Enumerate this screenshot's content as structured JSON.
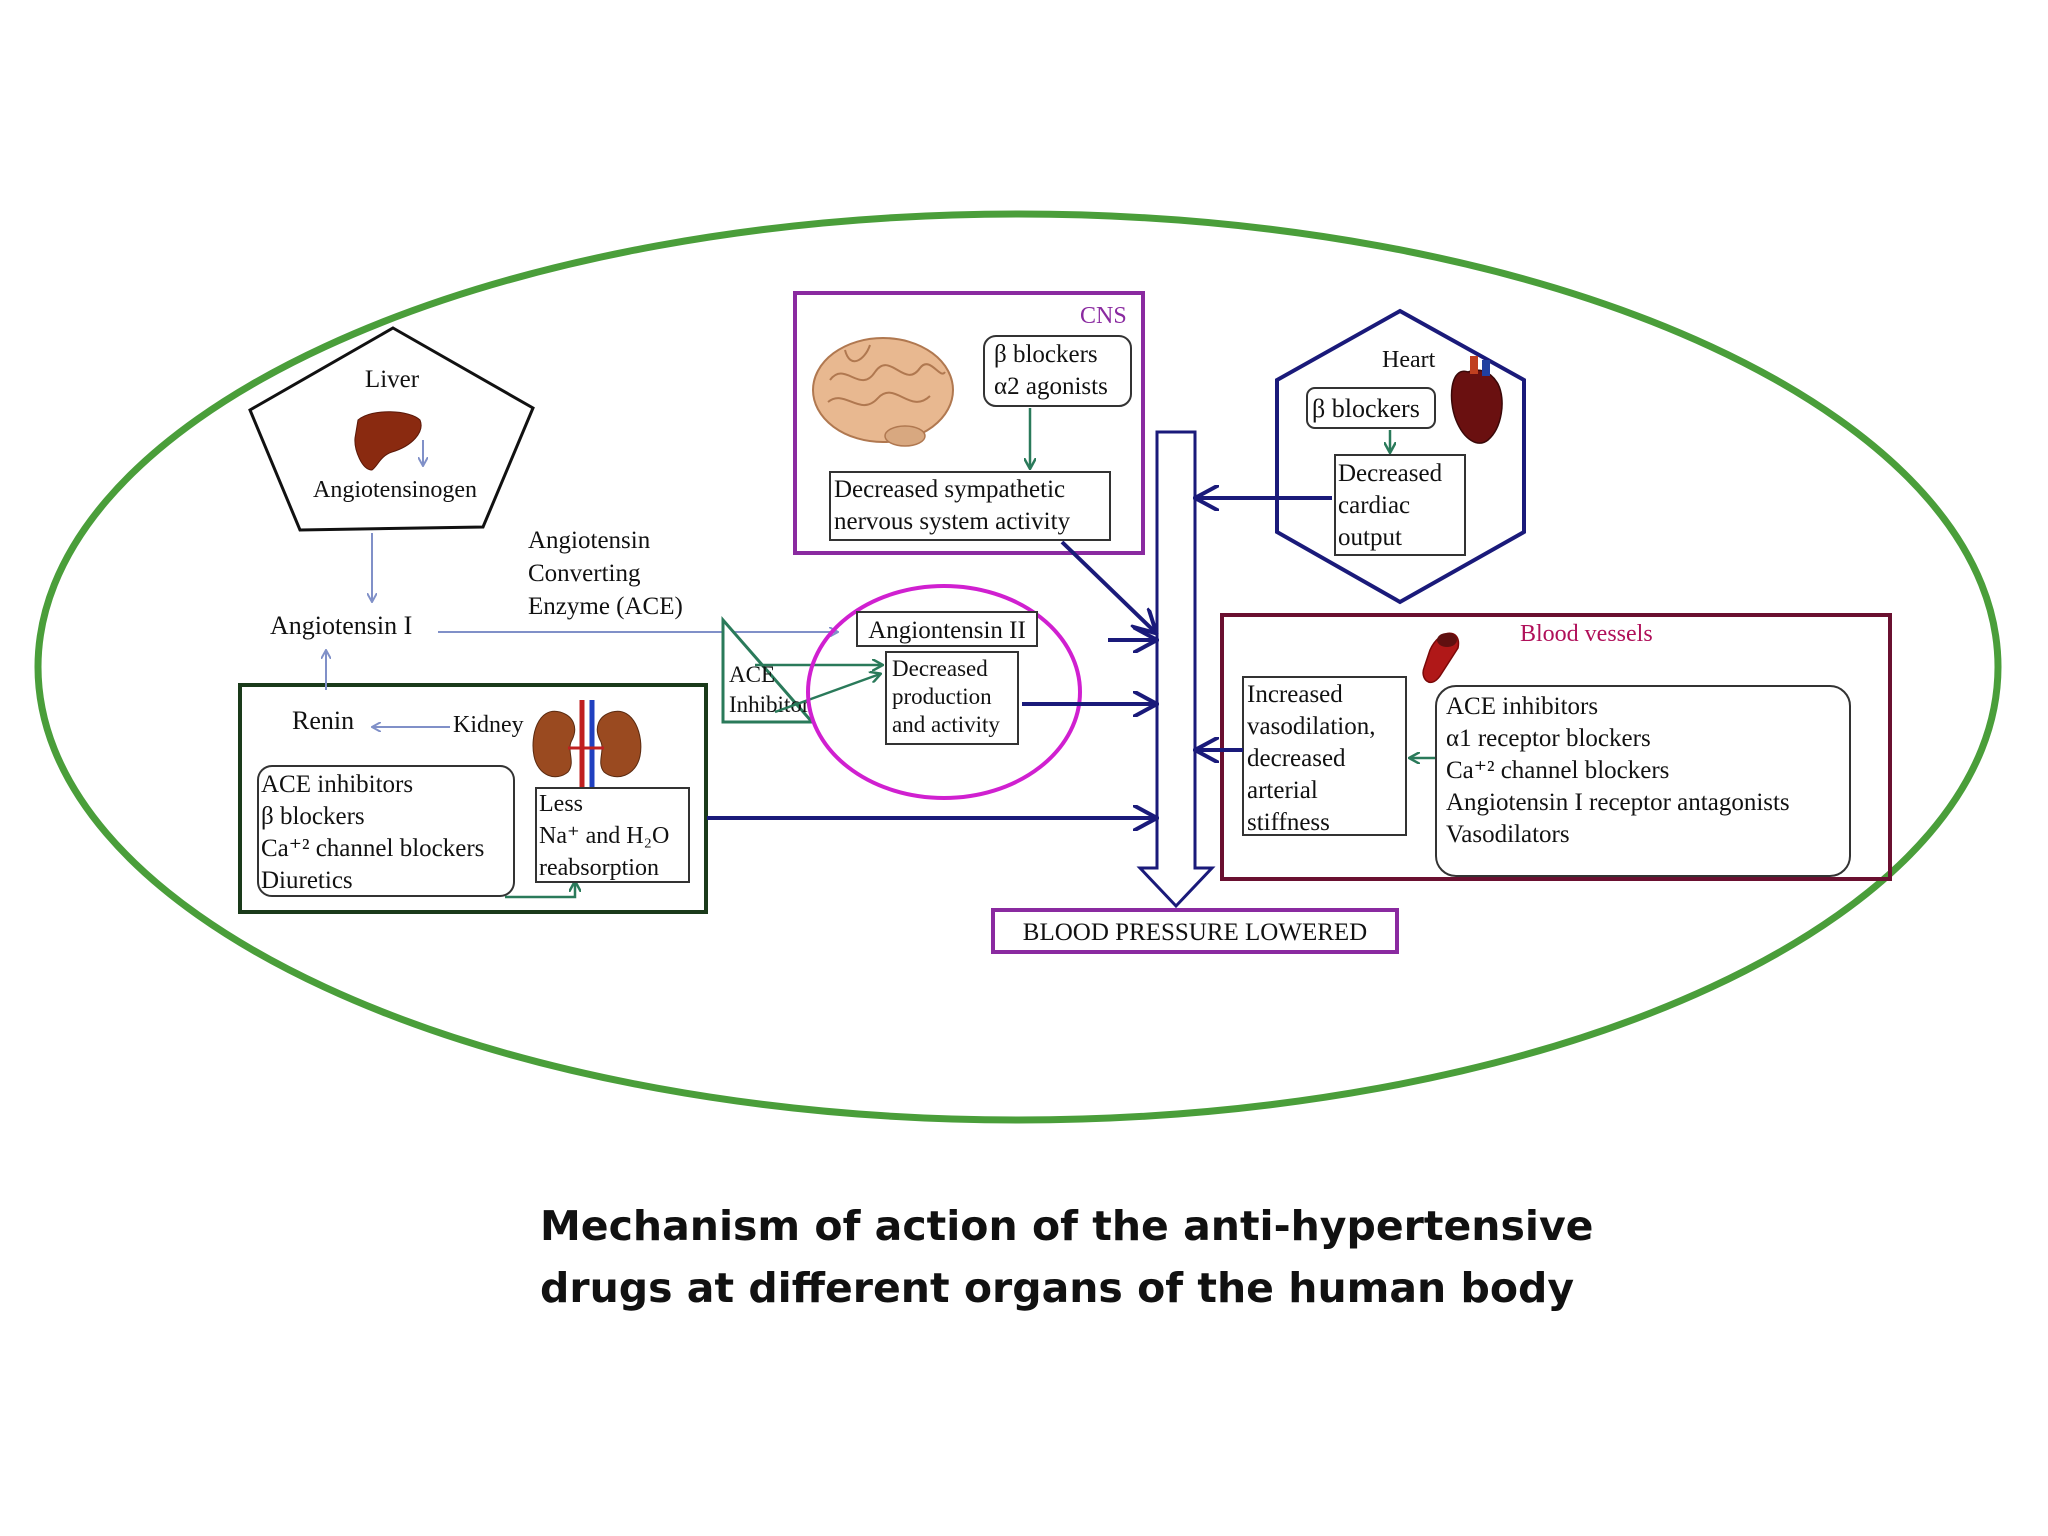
{
  "liver": {
    "label": "Liver",
    "product": "Angiotensinogen"
  },
  "angiotensin_i": "Angiotensin I",
  "ace_enzyme": {
    "line1": "Angiotensin",
    "line2": "Converting",
    "line3": "Enzyme (ACE)"
  },
  "ace_inhibitor": {
    "line1": "ACE",
    "line2": "Inhibitor"
  },
  "angiotensin_ii": {
    "title": "Angiontensin II",
    "line1": "Decreased",
    "line2": "production",
    "line3": "and activity"
  },
  "kidney": {
    "renin": "Renin",
    "label": "Kidney",
    "drugs": [
      "ACE inhibitors",
      "β blockers",
      "Ca⁺² channel blockers",
      "Diuretics"
    ],
    "effect": [
      "Less",
      "Na⁺ and H₂O",
      "reabsorption"
    ]
  },
  "cns": {
    "label": "CNS",
    "drugs": [
      "β blockers",
      "α2 agonists"
    ],
    "effect": [
      "Decreased sympathetic",
      "nervous system activity"
    ]
  },
  "heart": {
    "label": "Heart",
    "drug": "β blockers",
    "effect": [
      "Decreased",
      "cardiac",
      "output"
    ]
  },
  "vessels": {
    "label": "Blood vessels",
    "effect": [
      "Increased",
      "vasodilation,",
      "decreased",
      "arterial",
      "stiffness"
    ],
    "drugs": [
      "ACE inhibitors",
      "α1 receptor blockers",
      "Ca⁺² channel blockers",
      "Angiotensin I receptor antagonists",
      "Vasodilators"
    ]
  },
  "result": "BLOOD PRESSURE LOWERED",
  "caption": {
    "line1": "Mechanism of action of the anti-hypertensive",
    "line2": "drugs at different organs of the human body"
  },
  "colors": {
    "ellipse": "#4a9e3a",
    "navy": "#1a1a7a",
    "teal": "#2a7a5a",
    "purple": "#8a2aa0",
    "magenta": "#d020d0",
    "maroon": "#6a1030",
    "lightblue": "#8090c8",
    "vessel_label": "#b0105a"
  }
}
